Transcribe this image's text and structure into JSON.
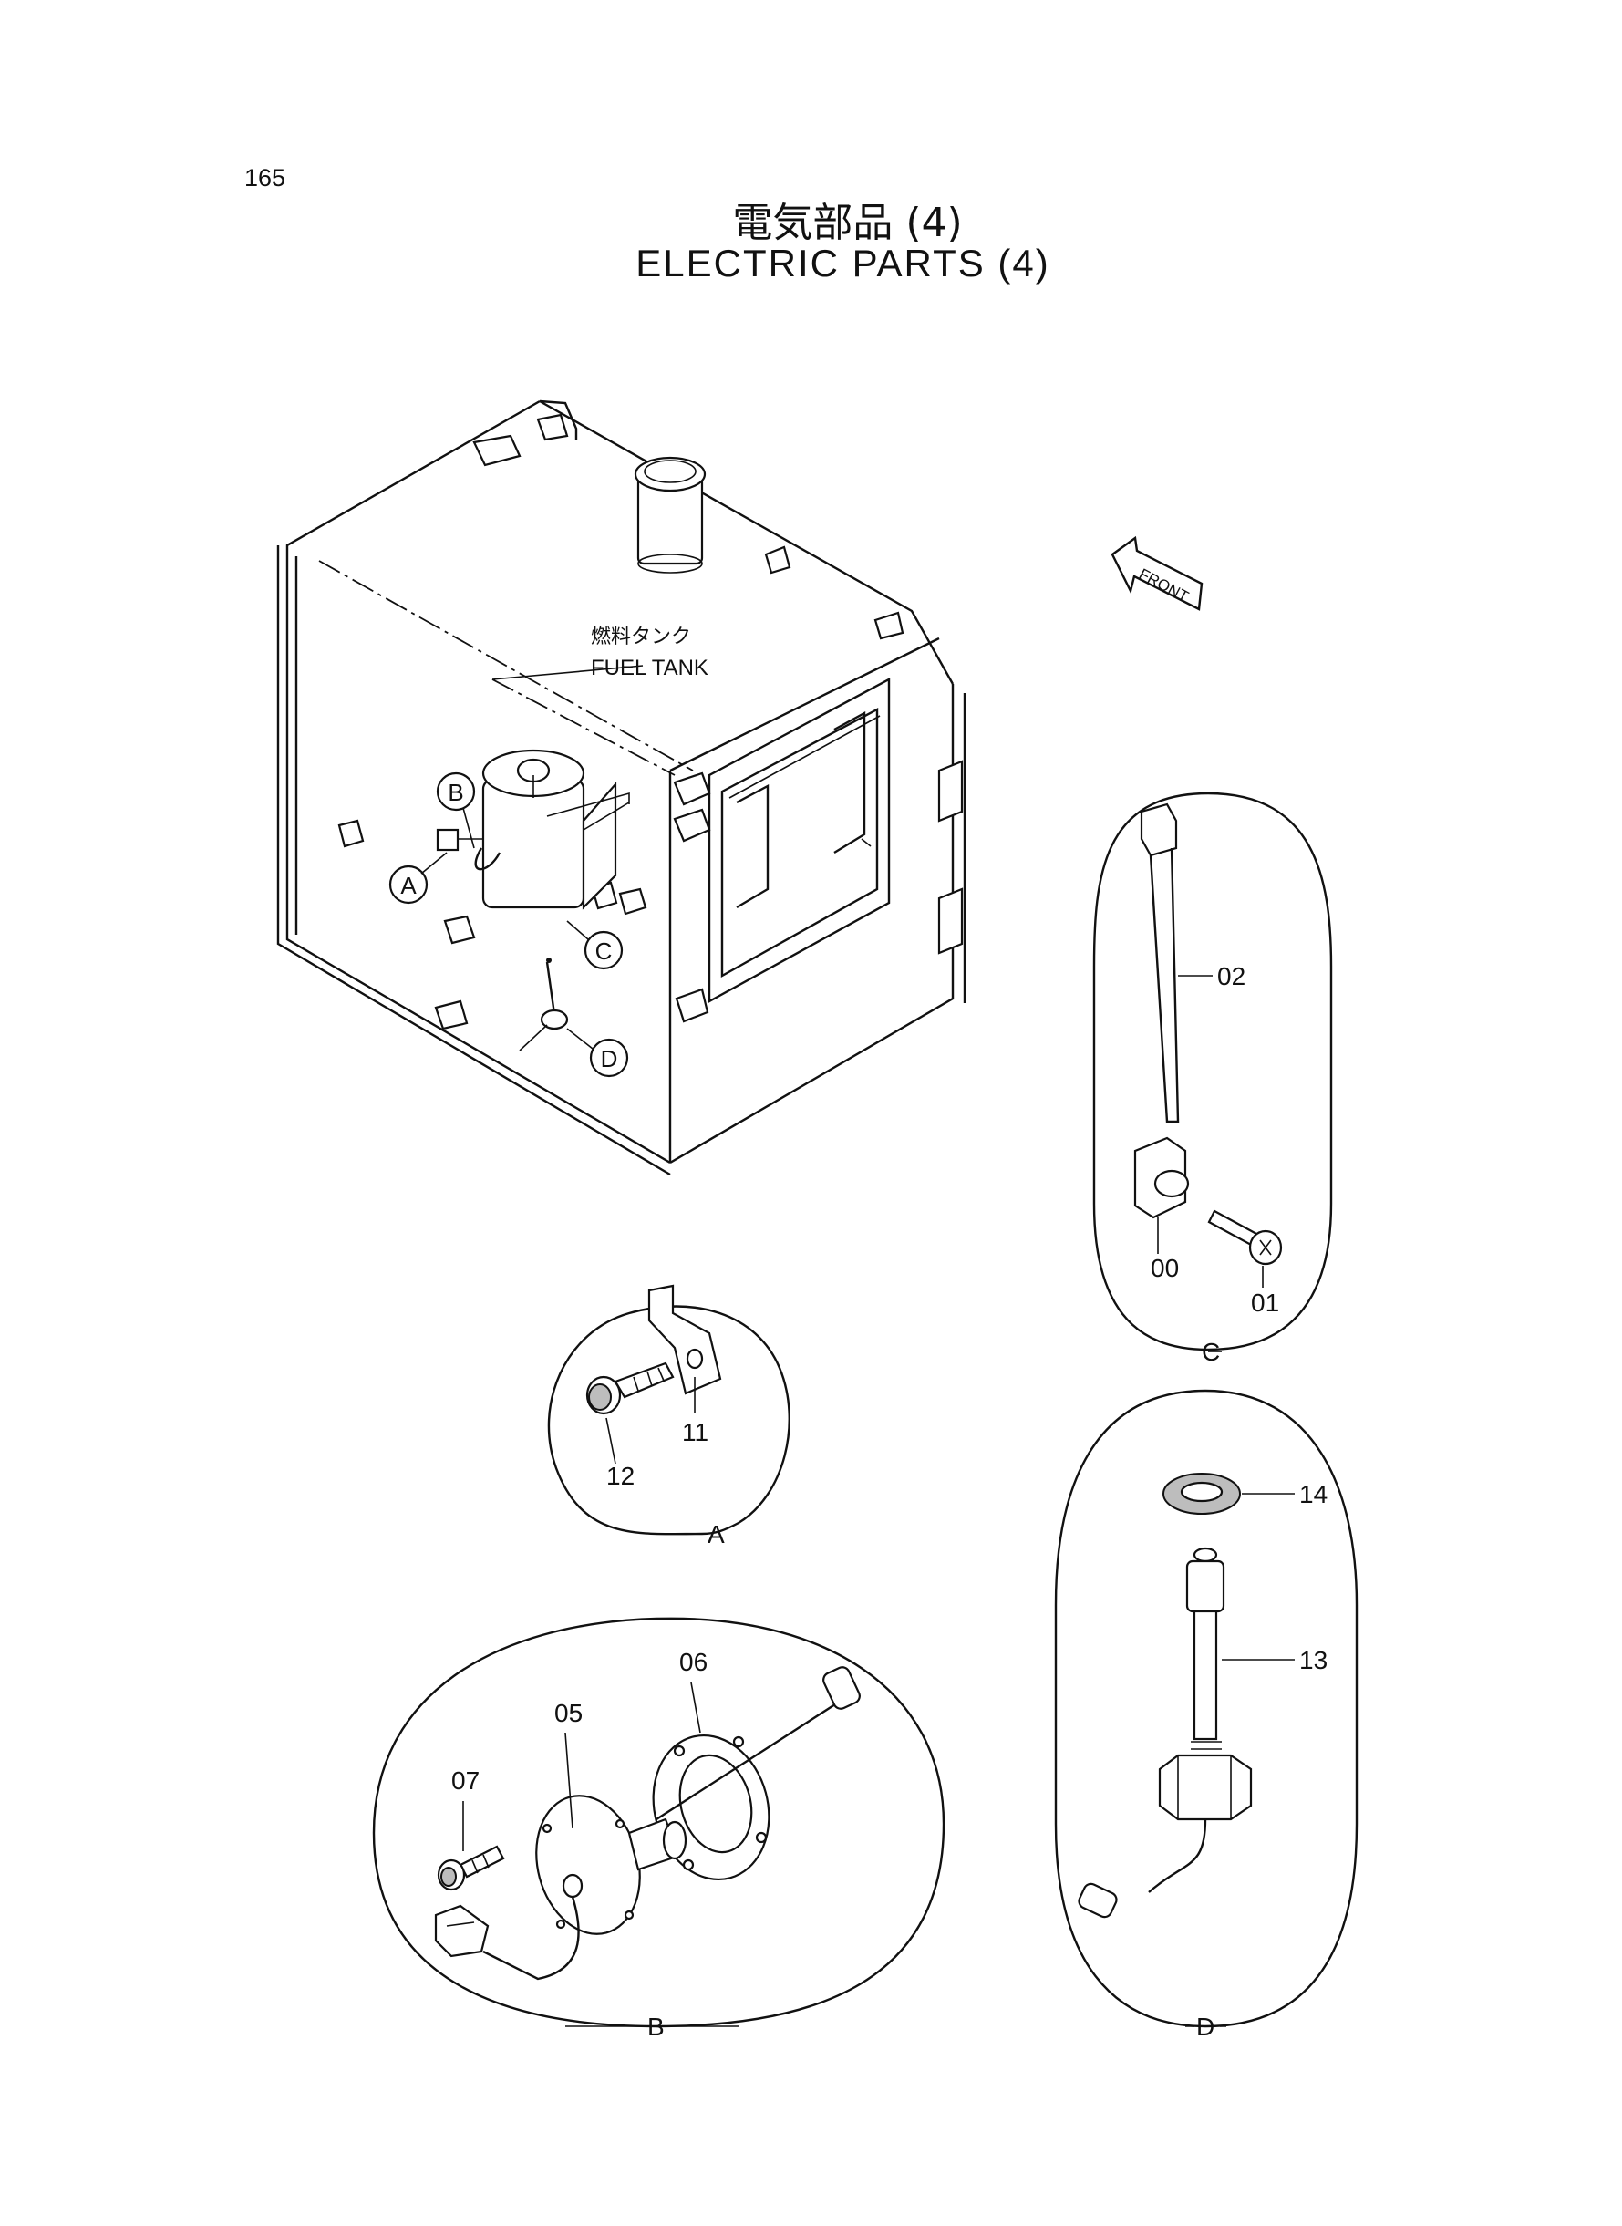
{
  "page_number": "165",
  "title_jp": "電気部品 (4)",
  "title_en": "ELECTRIC PARTS (4)",
  "tank_label_jp": "燃料タンク",
  "tank_label_en": "FUEL TANK",
  "front_label": "FRONT",
  "callouts": [
    "A",
    "B",
    "C",
    "D"
  ],
  "parts": {
    "p00": "00",
    "p01": "01",
    "p02": "02",
    "p05": "05",
    "p06": "06",
    "p07": "07",
    "p11": "11",
    "p12": "12",
    "p13": "13",
    "p14": "14"
  },
  "detail_labels": {
    "A": "A",
    "B": "B",
    "C": "C",
    "D": "D"
  }
}
